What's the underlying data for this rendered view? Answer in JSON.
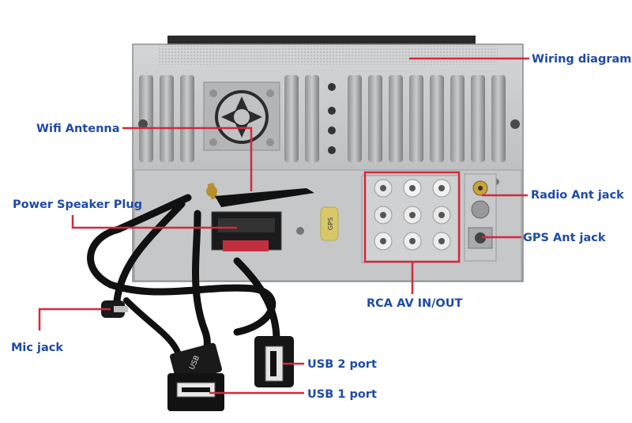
{
  "labels": {
    "wiring_diagram": "Wiring diagram",
    "wifi_antenna": "Wifi Antenna",
    "power_speaker_plug": "Power Speaker Plug",
    "radio_ant_jack": "Radio Ant jack",
    "gps_ant_jack": "GPS Ant jack",
    "rca_av": "RCA AV IN/OUT",
    "mic_jack": "Mic jack",
    "usb2": "USB 2 port",
    "usb1": "USB 1 port"
  },
  "colors": {
    "label_text": "#1f4aa8",
    "leader_line": "#d6283c",
    "chassis": "#b9bbbd",
    "cable": "#111111"
  },
  "product_markings": {
    "gps_sticker": "GPS",
    "usb_plug": "USB"
  }
}
